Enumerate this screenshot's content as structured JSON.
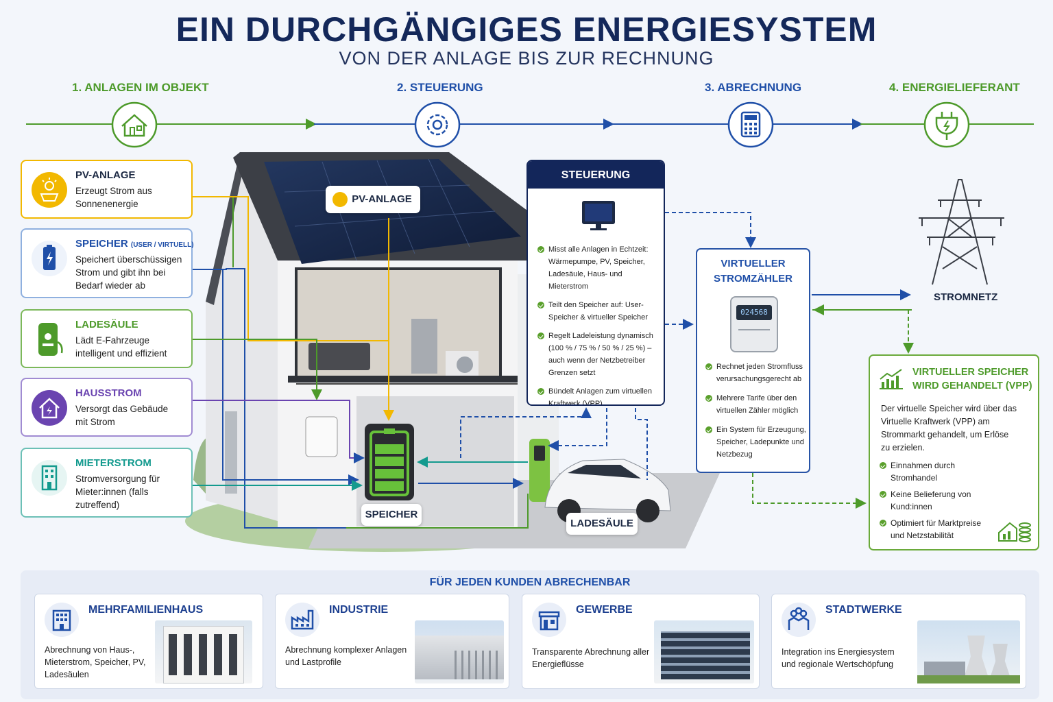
{
  "header": {
    "title": "EIN DURCHGÄNGIGES ENERGIESYSTEM",
    "subtitle": "VON DER ANLAGE BIS ZUR RECHNUNG"
  },
  "steps": [
    {
      "label": "1. ANLAGEN IM OBJEKT",
      "icon": "house-icon"
    },
    {
      "label": "2. STEUERUNG",
      "icon": "gear-icon"
    },
    {
      "label": "3. ABRECHNUNG",
      "icon": "calculator-icon"
    },
    {
      "label": "4. ENERGIELIEFERANT",
      "icon": "plug-icon"
    }
  ],
  "left_cards": [
    {
      "title": "PV-ANLAGE",
      "text": "Erzeugt Strom aus Sonnenenergie",
      "icon": "solar-panel-icon",
      "color": "#f2b800"
    },
    {
      "title": "SPEICHER",
      "title_small": "(USER / VIRTUELL)",
      "text": "Speichert überschüssigen Strom und gibt ihn bei Bedarf wieder ab",
      "icon": "battery-icon",
      "color": "#1f4fa8"
    },
    {
      "title": "LADESÄULE",
      "text": "Lädt E-Fahrzeuge intelligent und effizient",
      "icon": "charger-icon",
      "color": "#4d9a2a"
    },
    {
      "title": "HAUSSTROM",
      "text": "Versorgt das Gebäude mit Strom",
      "icon": "house-power-icon",
      "color": "#6a44b0"
    },
    {
      "title": "MIETERSTROM",
      "text": "Stromversorgung für Mieter:innen (falls zutreffend)",
      "icon": "apartment-icon",
      "color": "#139a8e"
    }
  ],
  "house_labels": {
    "pv": "PV-ANLAGE",
    "storage": "SPEICHER",
    "charger": "LADESÄULE"
  },
  "control": {
    "title": "STEUERUNG",
    "icon": "monitor-icon",
    "items": [
      "Misst alle Anlagen in Echtzeit: Wärmepumpe, PV, Speicher, Ladesäule, Haus- und Mieterstrom",
      "Teilt den Speicher auf: User-Speicher & virtueller Speicher",
      "Regelt Ladeleistung dynamisch (100 % / 75 % / 50 % / 25 %) – auch wenn der Netzbetreiber Grenzen setzt",
      "Bündelt Anlagen zum virtuellen Kraftwerk (VPP)"
    ]
  },
  "meter": {
    "title": "VIRTUELLER STROMZÄHLER",
    "display": "024568",
    "icon": "smart-meter-icon",
    "items": [
      "Rechnet jeden Stromfluss verursachungsgerecht ab",
      "Mehrere Tarife über den virtuellen Zähler möglich",
      "Ein System für Erzeugung, Speicher, Ladepunkte und Netzbezug"
    ]
  },
  "grid": {
    "label": "STROMNETZ",
    "icon": "power-tower-icon"
  },
  "vpp": {
    "title": "VIRTUELLER SPEICHER WIRD GEHANDELT (VPP)",
    "icon": "chart-growth-icon",
    "intro": "Der virtuelle Speicher wird über das Virtuelle Kraftwerk (VPP) am Strommarkt gehandelt, um Erlöse zu erzielen.",
    "items": [
      "Einnahmen durch Stromhandel",
      "Keine Belieferung von Kund:innen",
      "Optimiert für Marktpreise und Netzstabilität"
    ]
  },
  "bottom": {
    "title": "FÜR JEDEN KUNDEN ABRECHENBAR",
    "cards": [
      {
        "title": "MEHRFAMILIENHAUS",
        "text": "Abrechnung von Haus-, Mieterstrom, Speicher, PV, Ladesäulen",
        "icon": "apartment-building-icon"
      },
      {
        "title": "INDUSTRIE",
        "text": "Abrechnung komplexer Anlagen und Lastprofile",
        "icon": "factory-icon"
      },
      {
        "title": "GEWERBE",
        "text": "Transparente Abrechnung aller Energieflüsse",
        "icon": "shop-icon"
      },
      {
        "title": "STADTWERKE",
        "text": "Integration ins Energiesystem und regionale Wertschöpfung",
        "icon": "people-icon"
      }
    ]
  },
  "colors": {
    "navy": "#13265a",
    "blue": "#1f4fa8",
    "green": "#4d9a2a",
    "yellow": "#f2b800",
    "purple": "#6a44b0",
    "teal": "#139a8e"
  }
}
